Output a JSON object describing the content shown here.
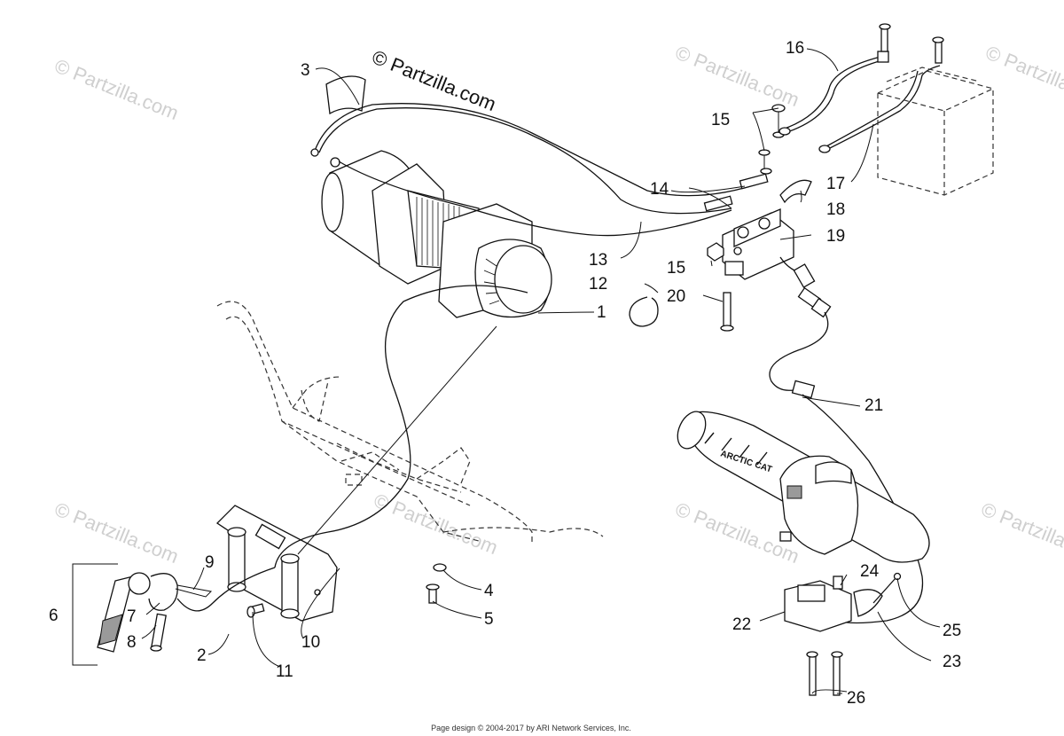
{
  "watermark_main": "© Partzilla.com",
  "watermark_faint": "© Partzilla.com",
  "footer": "Page design © 2004-2017 by ARI Network Services, Inc.",
  "handlebar_text": "ARCTIC CAT",
  "parts": [
    {
      "num": "1"
    },
    {
      "num": "2"
    },
    {
      "num": "3"
    },
    {
      "num": "4"
    },
    {
      "num": "5"
    },
    {
      "num": "6"
    },
    {
      "num": "7"
    },
    {
      "num": "8"
    },
    {
      "num": "9"
    },
    {
      "num": "10"
    },
    {
      "num": "11"
    },
    {
      "num": "12"
    },
    {
      "num": "13"
    },
    {
      "num": "14"
    },
    {
      "num": "15"
    },
    {
      "num": "15"
    },
    {
      "num": "16"
    },
    {
      "num": "17"
    },
    {
      "num": "18"
    },
    {
      "num": "19"
    },
    {
      "num": "20"
    },
    {
      "num": "21"
    },
    {
      "num": "22"
    },
    {
      "num": "23"
    },
    {
      "num": "24"
    },
    {
      "num": "25"
    },
    {
      "num": "26"
    }
  ]
}
